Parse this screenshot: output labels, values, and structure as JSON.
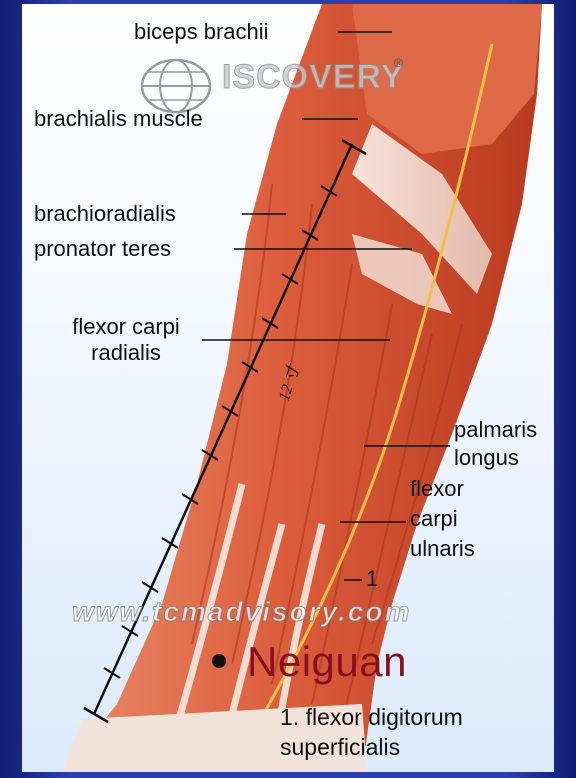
{
  "labels": {
    "biceps_brachii": "biceps brachii",
    "brachialis_muscle": "brachialis muscle",
    "brachioradialis": "brachioradialis",
    "pronator_teres": "pronator teres",
    "flexor_carpi_radialis": "flexor carpi\nradialis",
    "palmaris_longus": "palmaris\nlongus",
    "flexor_carpi_ulnaris": "flexor\ncarpi\nulnaris",
    "marker_1": "1",
    "neiguan": "Neiguan",
    "footnote": "1. flexor digitorum\nsuperficialis"
  },
  "scale_label": "12 寸",
  "watermark": "www.tcmadvisory.com",
  "logo_text": "ISCOVERY",
  "logo_reg": "®",
  "colors": {
    "muscle": "#d85a3a",
    "muscle_dark": "#b73a22",
    "tendon": "#f3e6df",
    "accent": "#8a1020",
    "frame": "#2c3fae"
  }
}
